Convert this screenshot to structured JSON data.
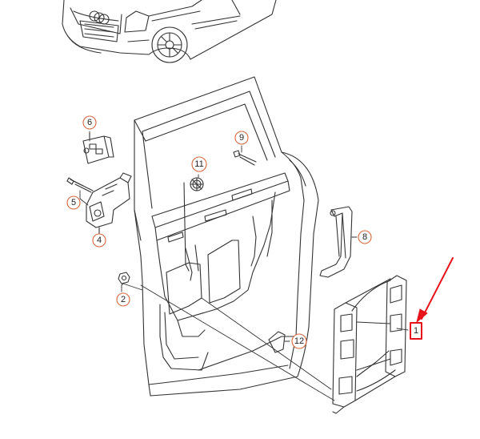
{
  "colors": {
    "line": "#333333",
    "callout_ring": "#d9673c",
    "highlight": "#e8141b"
  },
  "callouts": [
    {
      "id": "c1",
      "label": "1"
    },
    {
      "id": "c2",
      "label": "2"
    },
    {
      "id": "c4",
      "label": "4"
    },
    {
      "id": "c5",
      "label": "5"
    },
    {
      "id": "c6",
      "label": "6"
    },
    {
      "id": "c8",
      "label": "8"
    },
    {
      "id": "c9",
      "label": "9"
    },
    {
      "id": "c11",
      "label": "11"
    },
    {
      "id": "c12",
      "label": "12"
    }
  ]
}
